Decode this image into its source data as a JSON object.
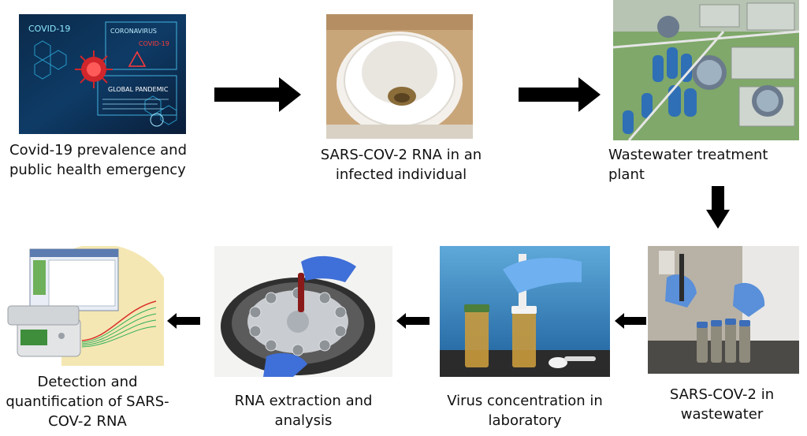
{
  "steps": [
    {
      "caption": "Covid-19 prevalence and\npublic health emergency",
      "image": "covid-emergency-screen-image"
    },
    {
      "caption": "SARS-COV-2 RNA in an\ninfected individual",
      "image": "toilet-image"
    },
    {
      "caption": "Wastewater treatment plant",
      "image": "treatment-plant-aerial-image"
    },
    {
      "caption": "SARS-COV-2 in\nwastewater",
      "image": "wastewater-sampling-image"
    },
    {
      "caption": "Virus concentration in\nlaboratory",
      "image": "sample-jars-image"
    },
    {
      "caption": "RNA extraction and analysis",
      "image": "centrifuge-image"
    },
    {
      "caption": "Detection and\nquantification of SARS-\nCOV-2 RNA",
      "image": "pcr-machine-image"
    }
  ],
  "screen_text": {
    "covid": "COVID-19",
    "coronavirus": "CORONAVIRUS",
    "covid_red": "COVID-19",
    "global": "GLOBAL PANDEMIC"
  },
  "colors": {
    "arrow": "#000000",
    "text": "#111111"
  }
}
